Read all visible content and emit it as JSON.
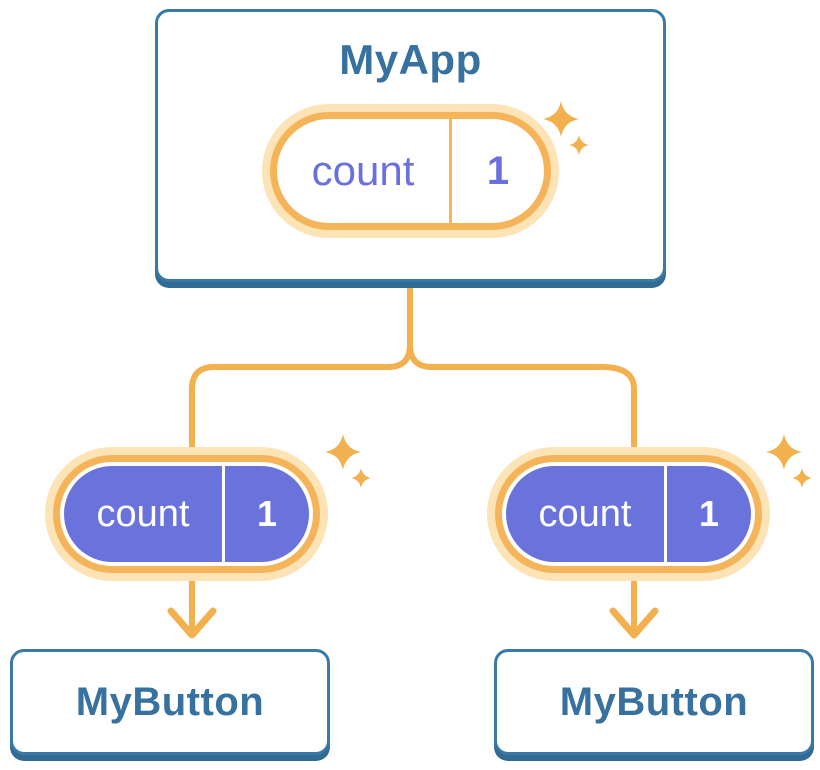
{
  "diagram": {
    "root": {
      "title": "MyApp",
      "state": {
        "label": "count",
        "value": "1"
      }
    },
    "children": [
      {
        "title": "MyButton",
        "state": {
          "label": "count",
          "value": "1"
        }
      },
      {
        "title": "MyButton",
        "state": {
          "label": "count",
          "value": "1"
        }
      }
    ]
  },
  "colors": {
    "background": "#FFFFFF",
    "node_text_blue": "#36719F",
    "node_border_blue": "#3A79A6",
    "node_shadow_blue": "#316A92",
    "connector_orange": "#F2B04F",
    "pill_ring_orange": "#F5B45A",
    "pill_halo_peach": "#FCE4B7",
    "pill_fill_purple": "#6A73DB",
    "pill_text_purple": "#6B70DF",
    "pill_text_white": "#FFFFFF"
  },
  "icons": {
    "sparkle": "four-point-star",
    "arrow": "chevron-down-arrow"
  }
}
